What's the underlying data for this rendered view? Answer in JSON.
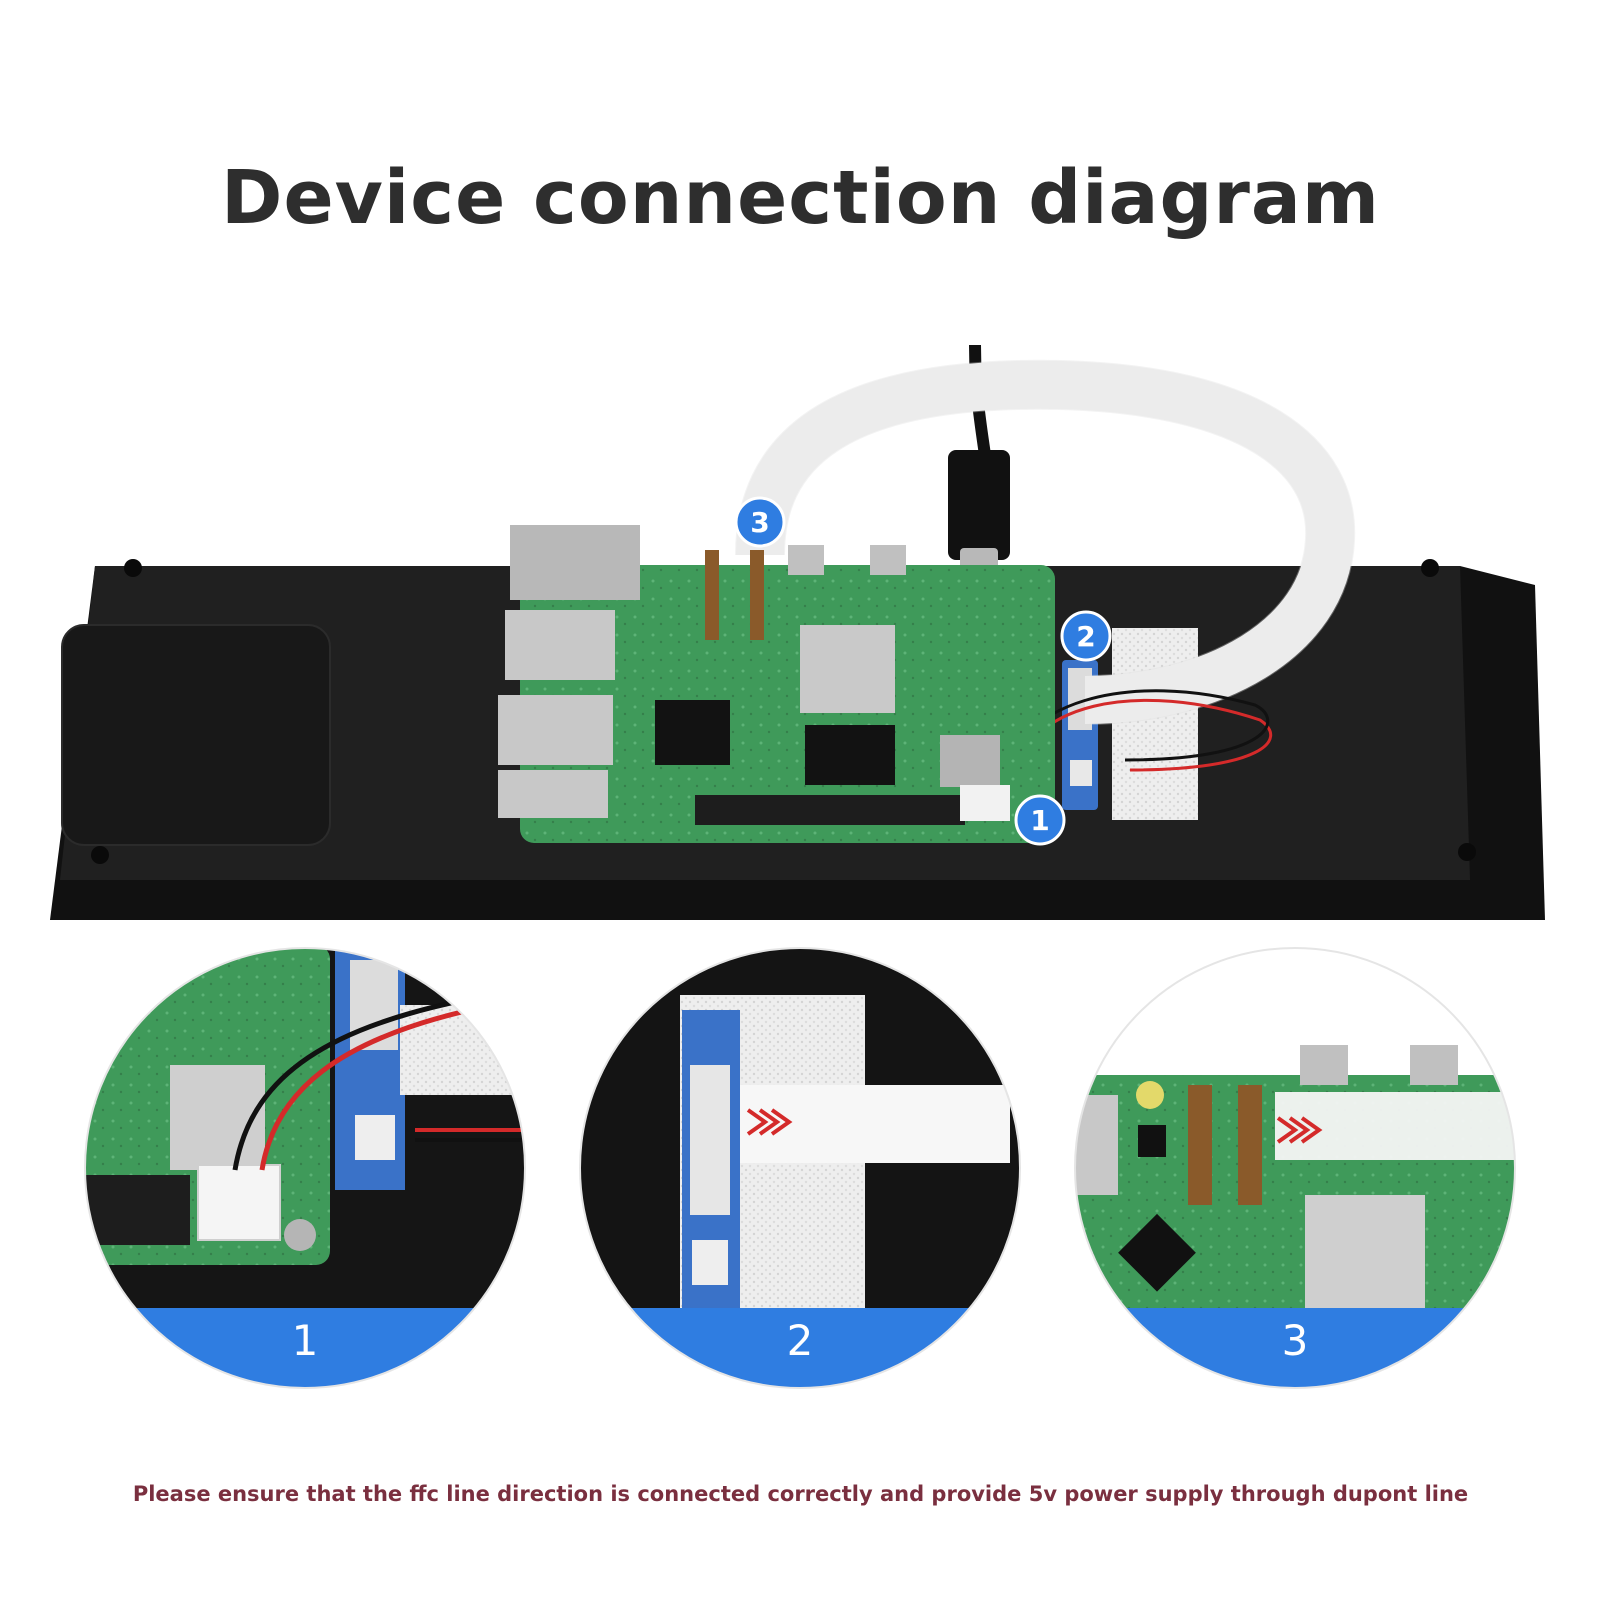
{
  "title": "Device connection diagram",
  "callouts": [
    "1",
    "2",
    "3"
  ],
  "detail_labels": [
    "1",
    "2",
    "3"
  ],
  "footer": "Please ensure that the ffc line direction is connected correctly and provide 5v power supply through dupont line",
  "colors": {
    "title": "#2e2e2e",
    "callout": "#2f7de1",
    "detail_banner": "#2f7de1",
    "footer": "#7a2f3f",
    "panel": "#151515",
    "pcb": "#3f9a5a"
  }
}
